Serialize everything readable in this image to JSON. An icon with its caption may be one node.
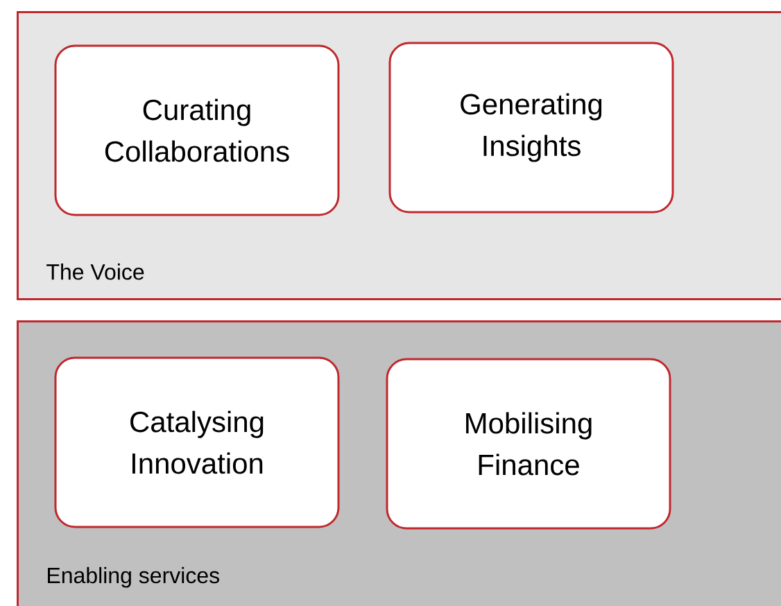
{
  "diagram": {
    "nodes": [
      {
        "text": [
          "The Voice"
        ]
      },
      {
        "text": [
          "Curating Collaborations"
        ],
        "in": 0
      },
      {
        "text": [
          "Generating Insights"
        ],
        "in": 0
      },
      {
        "text": [
          "Enabling services"
        ]
      },
      {
        "text": [
          "Catalysing Innovation"
        ],
        "in": 3
      },
      {
        "text": [
          "Mobilising Finance"
        ],
        "in": 3
      }
    ]
  }
}
